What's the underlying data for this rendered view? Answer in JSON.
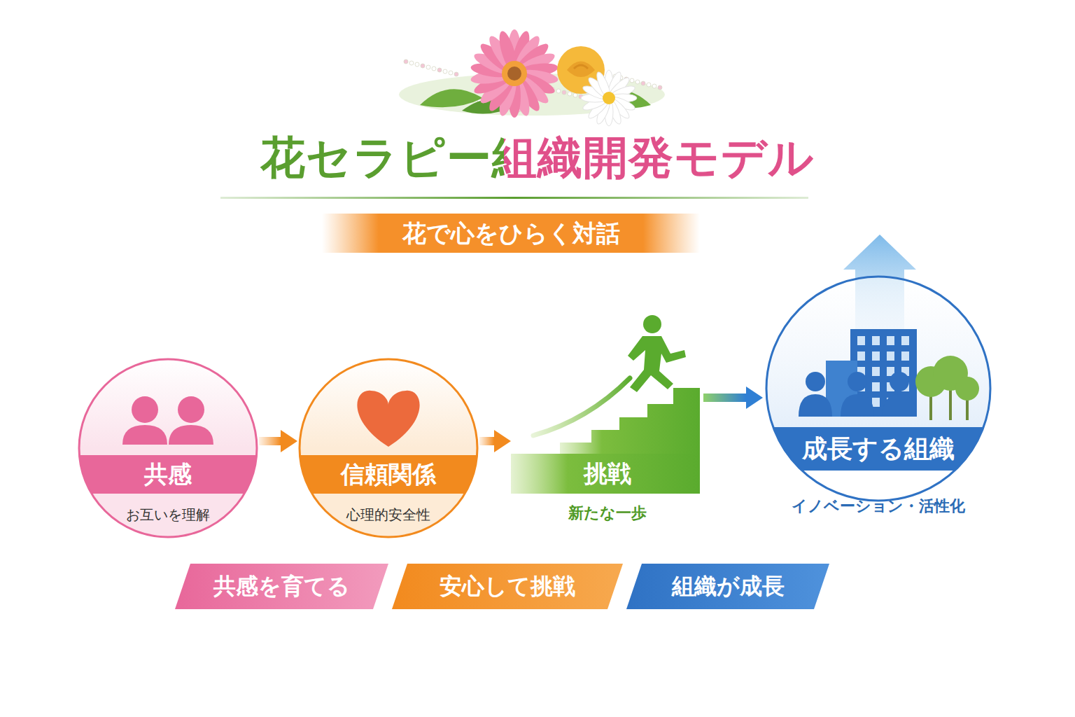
{
  "diagram": {
    "title": "花セラピー組織開発モデル",
    "nodes": [
      {
        "text": [
          "花で心をひらく対話"
        ]
      },
      {
        "text": [
          "共感",
          "お互いを理解"
        ]
      },
      {
        "text": [
          "信頼関係",
          "心理的安全性"
        ]
      },
      {
        "text": [
          "挑戦",
          "新たな一歩"
        ]
      },
      {
        "text": [
          "成長する組織",
          "イノベーション・活性化"
        ]
      },
      {
        "text": [
          "共感を育てる"
        ]
      },
      {
        "text": [
          "安心して挑戦"
        ]
      },
      {
        "text": [
          "組織が成長"
        ]
      }
    ],
    "edges": [
      {
        "from": 1,
        "to": 2,
        "arrow": "to"
      },
      {
        "from": 2,
        "to": 3,
        "arrow": "to"
      },
      {
        "from": 3,
        "to": 4,
        "arrow": "to"
      }
    ]
  }
}
